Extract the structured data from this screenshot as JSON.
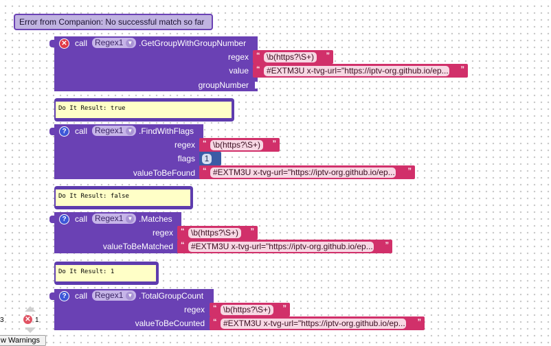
{
  "error_bubble": {
    "text": "Error from Companion: No successful match so far"
  },
  "blocks": [
    {
      "call": "call",
      "component": "Regex1",
      "method": ".GetGroupWithGroupNumber",
      "status_icon": "error-x-icon",
      "params": [
        {
          "label": "regex",
          "type": "string",
          "value": "\\b(https?\\S+)"
        },
        {
          "label": "value",
          "type": "string",
          "value": "#EXTM3U x-tvg-url=\"https://iptv-org.github.io/ep..."
        },
        {
          "label": "groupNumber",
          "type": "empty",
          "value": ""
        }
      ]
    },
    {
      "result": "Do It Result: true",
      "call": "call",
      "component": "Regex1",
      "method": ".FindWithFlags",
      "status_icon": "question-icon",
      "params": [
        {
          "label": "regex",
          "type": "string",
          "value": "\\b(https?\\S+)"
        },
        {
          "label": "flags",
          "type": "number",
          "value": "1"
        },
        {
          "label": "valueToBeFound",
          "type": "string",
          "value": "#EXTM3U x-tvg-url=\"https://iptv-org.github.io/ep..."
        }
      ]
    },
    {
      "result": "Do It Result: false",
      "call": "call",
      "component": "Regex1",
      "method": ".Matches",
      "status_icon": "question-icon",
      "params": [
        {
          "label": "regex",
          "type": "string",
          "value": "\\b(https?\\S+)"
        },
        {
          "label": "valueToBeMatched",
          "type": "string",
          "value": "#EXTM3U x-tvg-url=\"https://iptv-org.github.io/ep..."
        }
      ]
    },
    {
      "result": "Do It Result: 1",
      "call": "call",
      "component": "Regex1",
      "method": ".TotalGroupCount",
      "status_icon": "question-icon",
      "params": [
        {
          "label": "regex",
          "type": "string",
          "value": "\\b(https?\\S+)"
        },
        {
          "label": "valueToBeCounted",
          "type": "string",
          "value": "#EXTM3U x-tvg-url=\"https://iptv-org.github.io/ep..."
        }
      ]
    }
  ],
  "warnings": {
    "warning_count": "3",
    "error_count": "1",
    "toggle_label": "w Warnings"
  },
  "colors": {
    "procedure_block": "#6a41b4",
    "string_block": "#d1306a",
    "number_block": "#3a5ba5",
    "result_bubble": "#ffffc7"
  }
}
